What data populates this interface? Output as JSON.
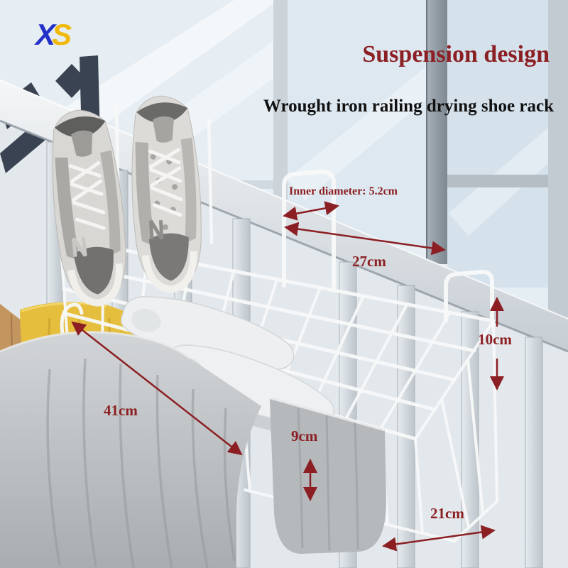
{
  "logo": {
    "x": "X",
    "s": "S"
  },
  "header": {
    "title": "Suspension design",
    "subtitle": "Wrought iron railing drying shoe rack"
  },
  "annotations": {
    "inner_diameter": "Inner diameter: 5.2cm",
    "top_width": "27cm",
    "hook_height": "10cm",
    "rack_length": "41cm",
    "basket_depth": "9cm",
    "bottom_width": "21cm"
  },
  "colors": {
    "annotation_red": "#8b1f23",
    "logo_blue": "#2431c9",
    "logo_yellow": "#f0b90a",
    "subtitle_black": "#111111"
  }
}
